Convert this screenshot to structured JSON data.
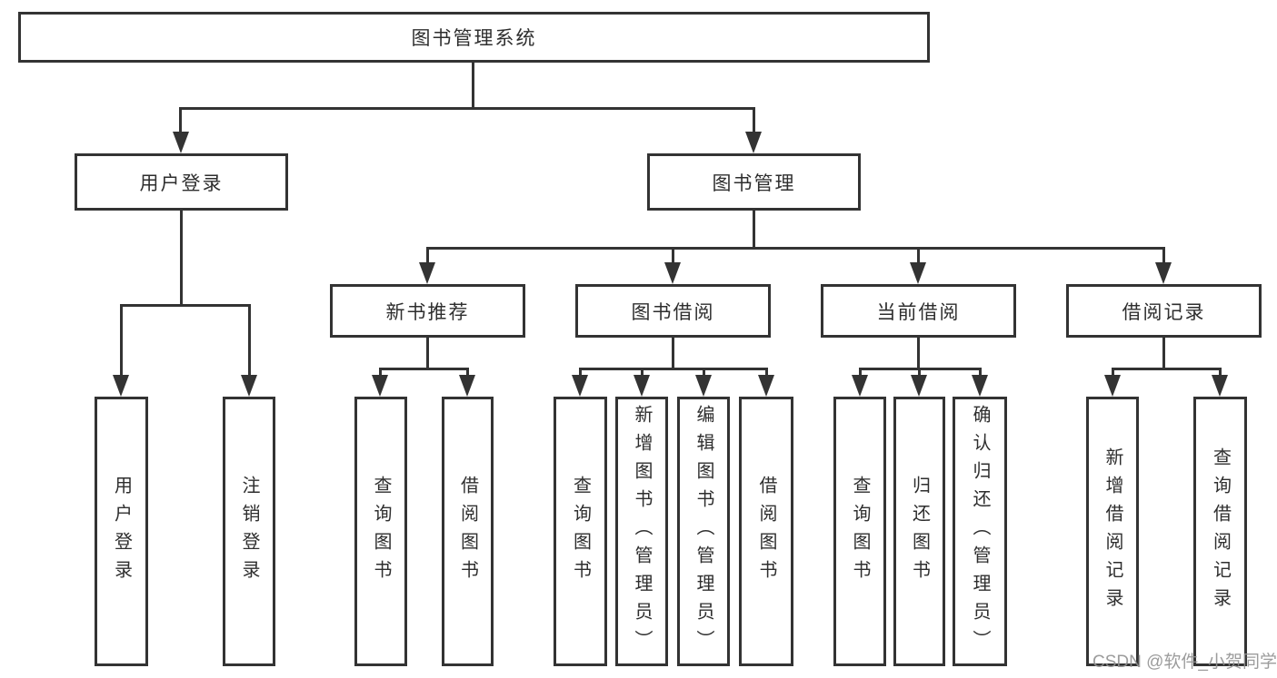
{
  "tree": {
    "root": {
      "label": "图书管理系统"
    },
    "branches": [
      {
        "label": "用户登录",
        "children": [
          {
            "label": "用户登录"
          },
          {
            "label": "注销登录"
          }
        ]
      },
      {
        "label": "图书管理",
        "children": [
          {
            "label": "新书推荐",
            "children": [
              {
                "label": "查询图书"
              },
              {
                "label": "借阅图书"
              }
            ]
          },
          {
            "label": "图书借阅",
            "children": [
              {
                "label": "查询图书"
              },
              {
                "label": "新增图书（管理员）"
              },
              {
                "label": "编辑图书（管理员）"
              },
              {
                "label": "借阅图书"
              }
            ]
          },
          {
            "label": "当前借阅",
            "children": [
              {
                "label": "查询图书"
              },
              {
                "label": "归还图书"
              },
              {
                "label": "确认归还（管理员）"
              }
            ]
          },
          {
            "label": "借阅记录",
            "children": [
              {
                "label": "新增借阅记录"
              },
              {
                "label": "查询借阅记录"
              }
            ]
          }
        ]
      }
    ]
  },
  "watermark": "CSDN @软件_小贺同学",
  "colors": {
    "line": "#333333",
    "text": "#2e2e2e",
    "watermark": "#919191",
    "background": "#ffffff"
  }
}
